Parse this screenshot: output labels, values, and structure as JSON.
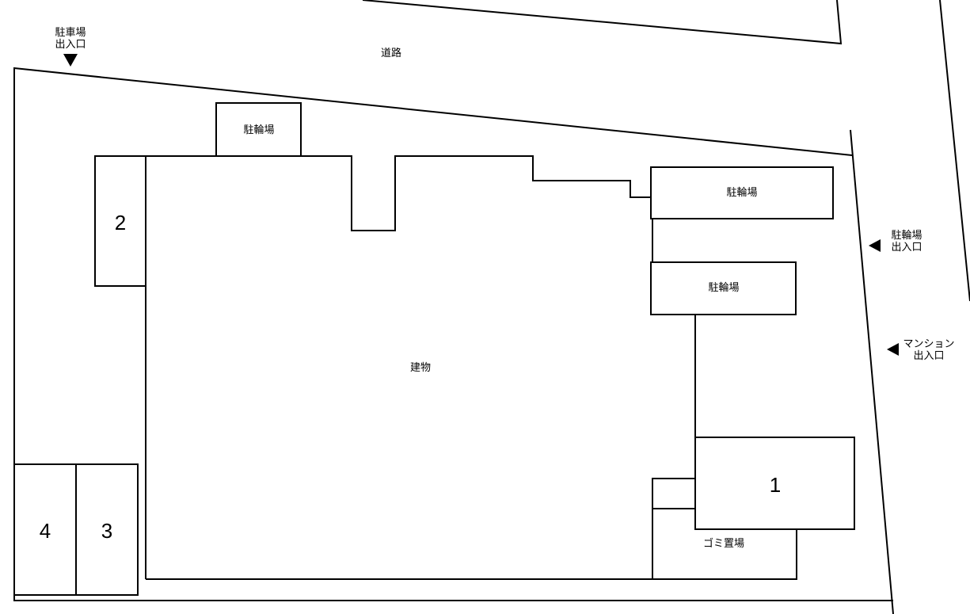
{
  "labels": {
    "road": "道路",
    "building": "建物",
    "parking_entrance_line1": "駐車場",
    "parking_entrance_line2": "出入口",
    "bike_entrance_line1": "駐輪場",
    "bike_entrance_line2": "出入口",
    "mansion_entrance_line1": "マンション",
    "mansion_entrance_line2": "出入口",
    "bike_parking_top": "駐輪場",
    "bike_parking_right_upper": "駐輪場",
    "bike_parking_right_lower": "駐輪場",
    "garbage_area": "ゴミ置場"
  },
  "parking_spaces": [
    "1",
    "2",
    "3",
    "4"
  ]
}
